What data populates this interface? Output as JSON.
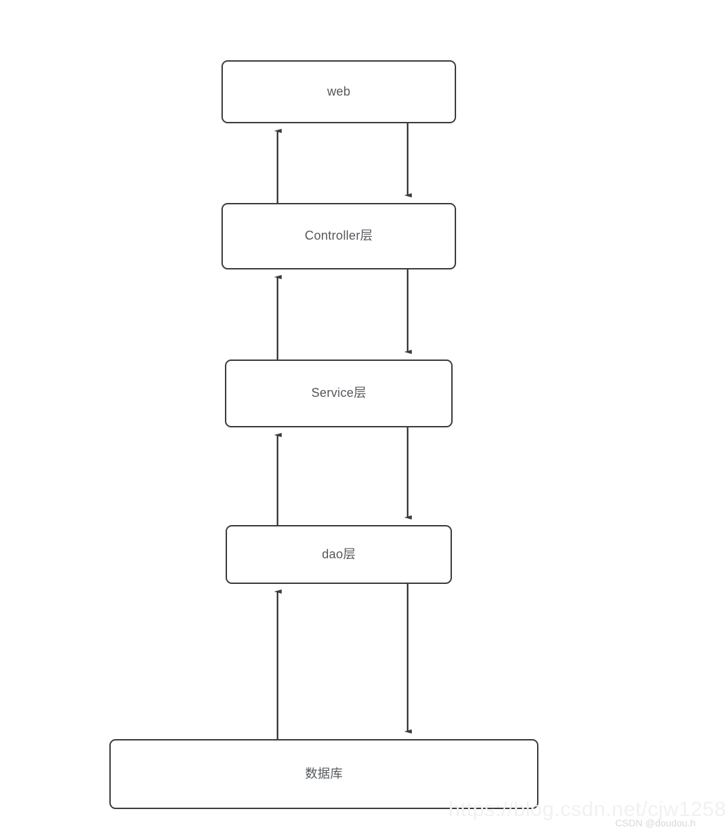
{
  "diagram": {
    "type": "layered-architecture-flow",
    "orientation": "vertical",
    "background_color": "#ffffff",
    "node_border_color": "#3c3c3c",
    "node_text_color": "#55585c",
    "edge_color": "#3c3c3c",
    "nodes": [
      {
        "id": "web",
        "label": "web"
      },
      {
        "id": "controller",
        "label": "Controller层"
      },
      {
        "id": "service",
        "label": "Service层"
      },
      {
        "id": "dao",
        "label": "dao层"
      },
      {
        "id": "database",
        "label": "数据库"
      }
    ],
    "edges": [
      {
        "id": "web-to-controller",
        "from": "web",
        "to": "controller",
        "direction": "down",
        "lane": "right"
      },
      {
        "id": "controller-to-web",
        "from": "controller",
        "to": "web",
        "direction": "up",
        "lane": "left"
      },
      {
        "id": "controller-to-service",
        "from": "controller",
        "to": "service",
        "direction": "down",
        "lane": "right"
      },
      {
        "id": "service-to-controller",
        "from": "service",
        "to": "controller",
        "direction": "up",
        "lane": "left"
      },
      {
        "id": "service-to-dao",
        "from": "service",
        "to": "dao",
        "direction": "down",
        "lane": "right"
      },
      {
        "id": "dao-to-service",
        "from": "dao",
        "to": "service",
        "direction": "up",
        "lane": "left"
      },
      {
        "id": "dao-to-database",
        "from": "dao",
        "to": "database",
        "direction": "down",
        "lane": "right"
      },
      {
        "id": "database-to-dao",
        "from": "database",
        "to": "dao",
        "direction": "up",
        "lane": "left"
      }
    ]
  },
  "watermark": {
    "url": "https://blog.csdn.net/cjw1258",
    "credit": "CSDN @doudou.h"
  }
}
